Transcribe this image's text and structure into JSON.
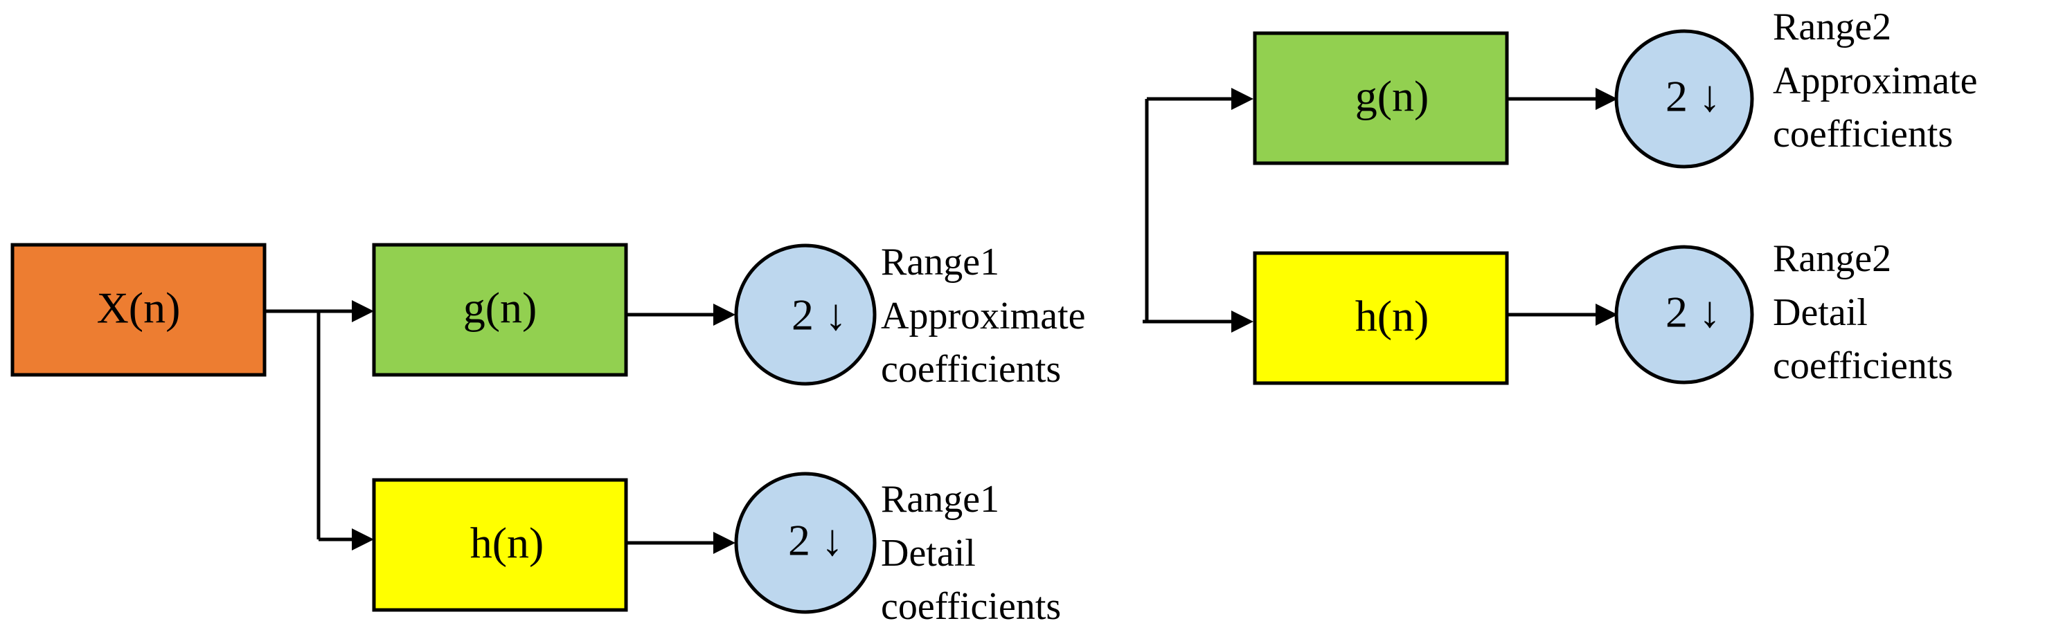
{
  "colors": {
    "input": "#ED7D31",
    "lowpass": "#92D050",
    "highpass": "#FFFF00",
    "downsample": "#BDD7EE",
    "line": "#000000"
  },
  "input_block": {
    "label": "X(n)"
  },
  "level1": {
    "lowpass_filter": {
      "label": "g(n)"
    },
    "highpass_filter": {
      "label": "h(n)"
    },
    "downsample_approx": {
      "label": "2 ↓"
    },
    "downsample_detail": {
      "label": "2 ↓"
    },
    "approx_caption": [
      "Range1",
      "Approximate",
      "coefficients"
    ],
    "detail_caption": [
      "Range1",
      "Detail",
      "coefficients"
    ]
  },
  "level2": {
    "lowpass_filter": {
      "label": "g(n)"
    },
    "highpass_filter": {
      "label": "h(n)"
    },
    "downsample_approx": {
      "label": "2 ↓"
    },
    "downsample_detail": {
      "label": "2 ↓"
    },
    "approx_caption": [
      "Range2",
      "Approximate",
      "coefficients"
    ],
    "detail_caption": [
      "Range2",
      "Detail",
      "coefficients"
    ]
  }
}
